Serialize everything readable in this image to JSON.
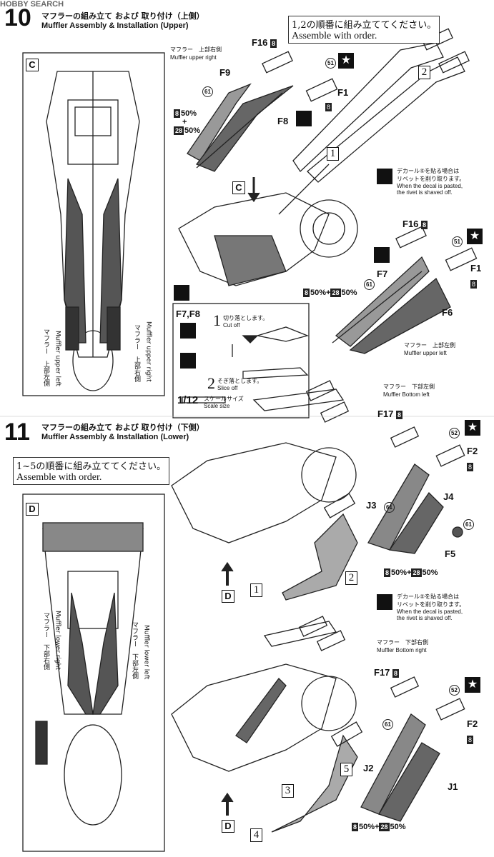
{
  "watermark": "HOBBY SEARCH",
  "step10": {
    "number": "10",
    "title_jp": "マフラーの組み立て および 取り付け（上側）",
    "title_en": "Muffler Assembly & Installation (Upper)",
    "order_note_jp": "1,2の順番に組み立ててください。",
    "order_note_en": "Assemble with order.",
    "view_label": "C",
    "left_view_jp": "マフラー　上部左側",
    "left_view_en": "Muffler upper left",
    "right_view_jp": "マフラー　上部右側",
    "right_view_en": "Muffler upper right",
    "upper_right_jp": "マフラー　上部右側",
    "upper_right_en": "Muffler upper right",
    "upper_left_jp": "マフラー　上部左側",
    "upper_left_en": "Muffler upper left",
    "parts": {
      "f16": "F16",
      "f9": "F9",
      "f8": "F8",
      "f1": "F1",
      "f7": "F7",
      "f6": "F6",
      "box8": "8",
      "decal51": "51",
      "paint61": "61"
    },
    "mix": {
      "a": "8",
      "a_pct": "50%",
      "plus": "+",
      "b": "28",
      "b_pct": "50%"
    },
    "step_numbers": {
      "one": "1",
      "two": "2"
    },
    "decal_note_jp1": "デカール⑤を貼る場合は",
    "decal_note_jp2": "リベットを削り取ります。",
    "decal_note_en1": "When the decal is pasted,",
    "decal_note_en2": "the rivet is shaved off.",
    "cut_box": {
      "label": "F7,F8",
      "cut_jp": "切り落とします。",
      "cut_en": "Cut off",
      "slice_jp": "そぎ落とします。",
      "slice_en": "Slice off",
      "scale_num": "1/12",
      "scale_jp": "スケールサイズ",
      "scale_en": "Scale size"
    }
  },
  "step11": {
    "number": "11",
    "title_jp": "マフラーの組み立て および 取り付け（下側）",
    "title_en": "Muffler Assembly & Installation (Lower)",
    "order_note_jp": "1~5の順番に組み立ててください。",
    "order_note_en": "Assemble with order.",
    "view_label": "D",
    "left_view_jp": "マフラー　下部右側",
    "left_view_en": "Muffler lower right",
    "right_view_jp": "マフラー　下部左側",
    "right_view_en": "Muffler lower left",
    "bottom_left_jp": "マフラー　下部左側",
    "bottom_left_en": "Muffler Bottom left",
    "bottom_right_jp": "マフラー　下部右側",
    "bottom_right_en": "Muffler Bottom right",
    "parts": {
      "f17": "F17",
      "f2": "F2",
      "f5": "F5",
      "j1": "J1",
      "j2": "J2",
      "j3": "J3",
      "j4": "J4",
      "box8": "8",
      "decal52": "52",
      "paint61": "61"
    },
    "step_numbers": {
      "one": "1",
      "two": "2",
      "three": "3",
      "four": "4",
      "five": "5"
    },
    "decal_note_jp1": "デカール⑤を貼る場合は",
    "decal_note_jp2": "リベットを削り取ります。",
    "decal_note_en1": "When the decal is pasted,",
    "decal_note_en2": "the rivet is shaved off."
  }
}
